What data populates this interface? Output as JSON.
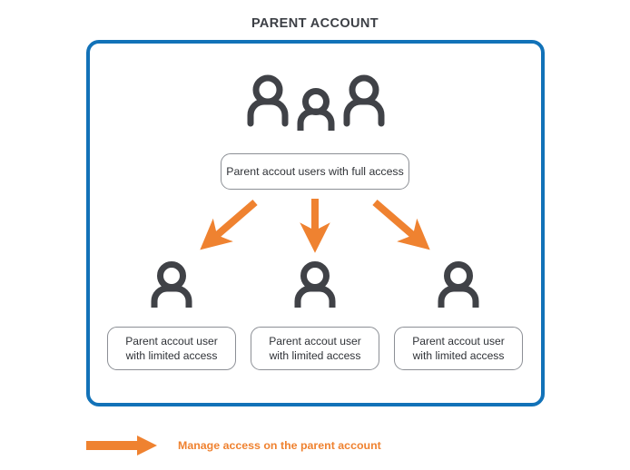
{
  "diagram": {
    "title": "PARENT ACCOUNT",
    "colors": {
      "frame_blue": "#1272B8",
      "arrow_orange": "#EF8230",
      "icon_gray": "#404247",
      "box_border_gray": "#8C8F95",
      "text_dark": "#2F3237",
      "background": "#FFFFFF"
    },
    "full_access": {
      "label": "Parent accout users with full access",
      "icon_group": [
        {
          "name": "person-icon-left"
        },
        {
          "name": "person-icon-center"
        },
        {
          "name": "person-icon-right"
        }
      ]
    },
    "arrows": [
      {
        "name": "arrow-to-left-user",
        "direction": "down-left"
      },
      {
        "name": "arrow-to-center-user",
        "direction": "down"
      },
      {
        "name": "arrow-to-right-user",
        "direction": "down-right"
      }
    ],
    "limited_access_users": [
      {
        "icon": "person-icon",
        "line1": "Parent accout user",
        "line2": "with limited access"
      },
      {
        "icon": "person-icon",
        "line1": "Parent accout user",
        "line2": "with limited access"
      },
      {
        "icon": "person-icon",
        "line1": "Parent accout user",
        "line2": "with limited access"
      }
    ],
    "legend": {
      "icon": "arrow-right-icon",
      "label": "Manage access on the parent account"
    }
  }
}
